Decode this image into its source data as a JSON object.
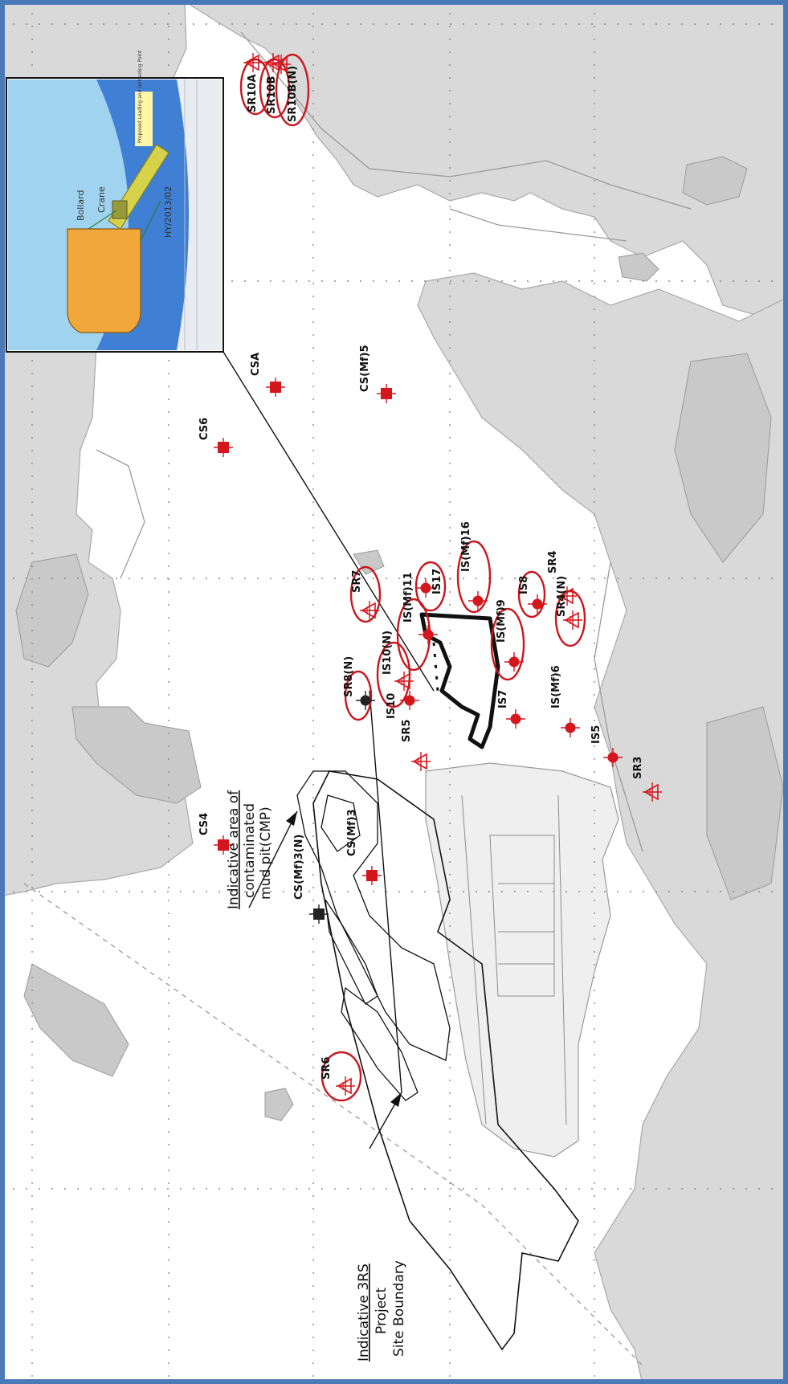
{
  "colors": {
    "frame": "#4a79b8",
    "marker_red": "#d4161d",
    "marker_black": "#222222",
    "ellipse": "#c8171e",
    "land": "#d9d9d9",
    "sea": "#ffffff"
  },
  "annotations": {
    "cmp_label": [
      "Indicative area of",
      "contaminated",
      "mud pit(CMP)"
    ],
    "boundary_label": [
      "Indicative 3RS",
      "Project",
      "Site Boundary"
    ]
  },
  "inset": {
    "bollard_label": "Bollard",
    "crane_label": "Crane",
    "contract_label": "HY/2013/02",
    "facility_label": "Proposed Loading and Unloading Point"
  },
  "stations": [
    {
      "id": "SR10A",
      "label": "SR10A",
      "symbol": "triangle",
      "circled": true
    },
    {
      "id": "SR10B",
      "label": "SR10B",
      "symbol": "triangle",
      "circled": true
    },
    {
      "id": "SR10B(N)",
      "label": "SR10B(N)",
      "symbol": "triangle",
      "circled": true
    },
    {
      "id": "CSA",
      "label": "CSA",
      "symbol": "square",
      "circled": false
    },
    {
      "id": "CS(Mf)5",
      "label": "CS(Mf)5",
      "symbol": "square",
      "circled": false
    },
    {
      "id": "CS6",
      "label": "CS6",
      "symbol": "square",
      "circled": false
    },
    {
      "id": "SR7",
      "label": "SR7",
      "symbol": "triangle",
      "circled": true
    },
    {
      "id": "IS17",
      "label": "IS17",
      "symbol": "circle",
      "circled": true
    },
    {
      "id": "IS(Mf)16",
      "label": "IS(Mf)16",
      "symbol": "circle",
      "circled": true
    },
    {
      "id": "IS8",
      "label": "IS8",
      "symbol": "circle",
      "circled": true
    },
    {
      "id": "SR4",
      "label": "SR4",
      "symbol": "triangle",
      "circled": false
    },
    {
      "id": "SR4(N)",
      "label": "SR4(N)",
      "symbol": "triangle",
      "circled": true
    },
    {
      "id": "IS(Mf)11",
      "label": "IS(Mf)11",
      "symbol": "circle",
      "circled": true
    },
    {
      "id": "IS(Mf)9",
      "label": "IS(Mf)9",
      "symbol": "circle",
      "circled": true
    },
    {
      "id": "IS10(N)",
      "label": "IS10(N)",
      "symbol": "triangle",
      "circled": true
    },
    {
      "id": "SR8(N)",
      "label": "SR8(N)",
      "symbol": "circle-black",
      "circled": true
    },
    {
      "id": "IS10",
      "label": "IS10",
      "symbol": "circle",
      "circled": false
    },
    {
      "id": "IS7",
      "label": "IS7",
      "symbol": "circle",
      "circled": false
    },
    {
      "id": "IS(Mf)6",
      "label": "IS(Mf)6",
      "symbol": "circle",
      "circled": false
    },
    {
      "id": "SR5",
      "label": "SR5",
      "symbol": "triangle",
      "circled": false
    },
    {
      "id": "IS5",
      "label": "IS5",
      "symbol": "circle",
      "circled": false
    },
    {
      "id": "SR3",
      "label": "SR3",
      "symbol": "triangle",
      "circled": false
    },
    {
      "id": "CS4",
      "label": "CS4",
      "symbol": "square",
      "circled": false
    },
    {
      "id": "CS(Mf)3",
      "label": "CS(Mf)3",
      "symbol": "square",
      "circled": false
    },
    {
      "id": "CS(Mf)3(N)",
      "label": "CS(Mf)3(N)",
      "symbol": "square-black",
      "circled": false
    },
    {
      "id": "SR6",
      "label": "SR6",
      "symbol": "triangle",
      "circled": true
    }
  ]
}
